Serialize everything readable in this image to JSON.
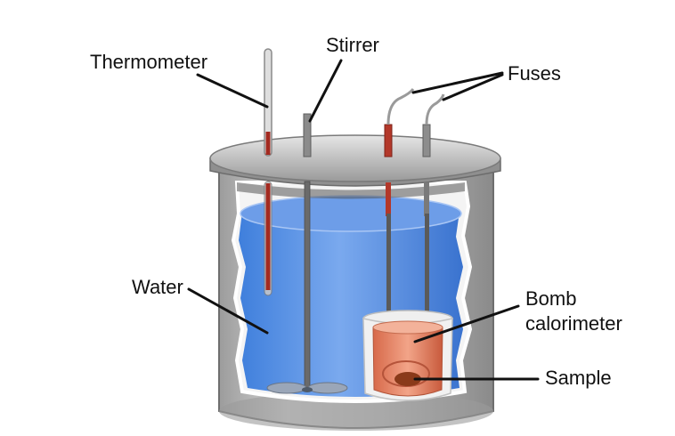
{
  "labels": {
    "thermometer": "Thermometer",
    "stirrer": "Stirrer",
    "fuses": "Fuses",
    "water": "Water",
    "bomb_line1": "Bomb",
    "bomb_line2": "calorimeter",
    "sample": "Sample"
  },
  "colors": {
    "water": "#4f8ee6",
    "water_light": "#8fb8f2",
    "steel": "#b7b7b7",
    "steel_dark": "#7d7d7d",
    "mercury": "#a32a20",
    "bomb": "#e07a55",
    "sample": "#8a3a1a"
  }
}
